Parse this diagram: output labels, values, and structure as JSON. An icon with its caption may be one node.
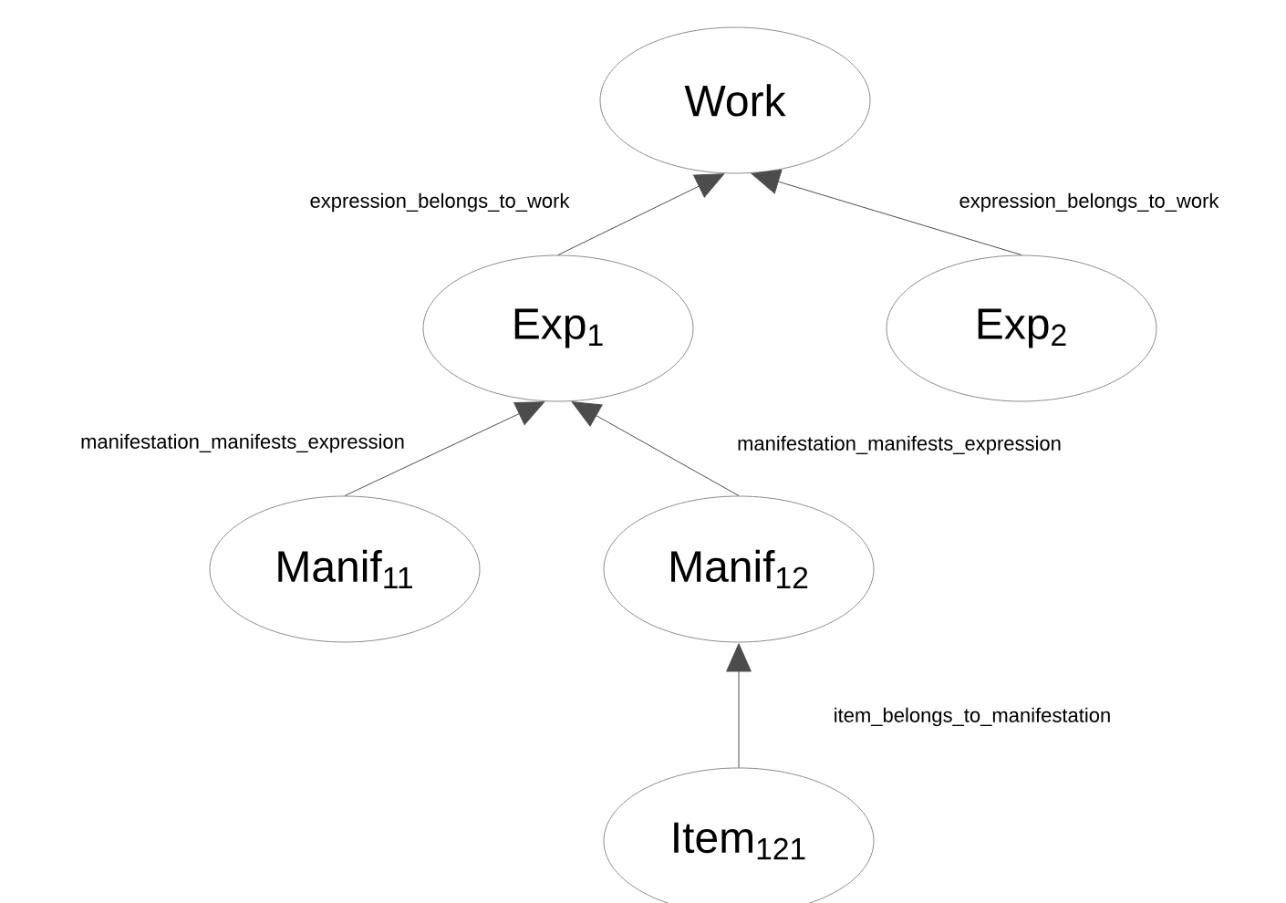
{
  "diagram": {
    "nodes": [
      {
        "text": [
          "Work"
        ]
      },
      {
        "text": [
          "Exp$_{1}$"
        ]
      },
      {
        "text": [
          "Exp$_{2}$"
        ]
      },
      {
        "text": [
          "Manif$_{11}$"
        ]
      },
      {
        "text": [
          "Manif$_{12}$"
        ]
      },
      {
        "text": [
          "Item$_{121}$"
        ]
      }
    ],
    "edges": [
      {
        "from": 1,
        "to": 0,
        "arrow": "to",
        "label": "expression_belongs_to_work"
      },
      {
        "from": 2,
        "to": 0,
        "arrow": "to",
        "label": "expression_belongs_to_work"
      },
      {
        "from": 3,
        "to": 1,
        "arrow": "to",
        "label": "manifestation_manifests_expression"
      },
      {
        "from": 4,
        "to": 1,
        "arrow": "to",
        "label": "manifestation_manifests_expression"
      },
      {
        "from": 5,
        "to": 4,
        "arrow": "to",
        "label": "item_belongs_to_manifestation"
      }
    ]
  }
}
